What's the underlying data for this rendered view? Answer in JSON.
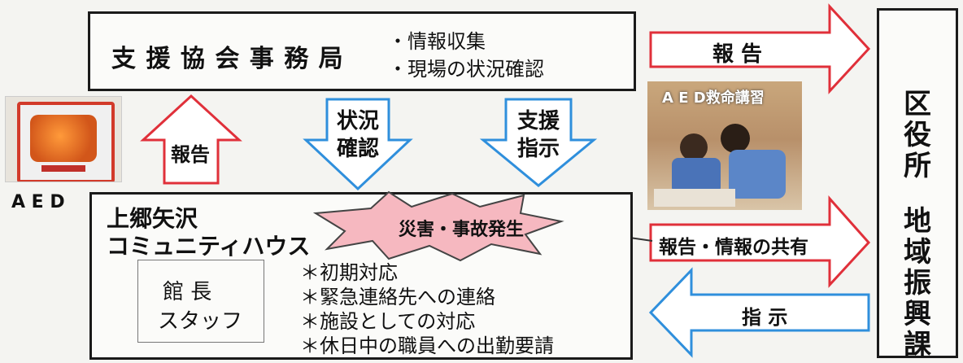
{
  "top_box": {
    "title": "支 援 協 会 事 務 局",
    "bullets": [
      "・情報収集",
      "・現場の状況確認"
    ]
  },
  "city_office": {
    "line1": "区",
    "line2": "役",
    "line3": "所",
    "line4": "地",
    "line5": "域",
    "line6": "振",
    "line7": "興",
    "line8": "課"
  },
  "arrows": {
    "report_top": "報 告",
    "report_up": "報告",
    "status_check_1": "状況",
    "status_check_2": "確認",
    "support_instr_1": "支援",
    "support_instr_2": "指示",
    "report_share": "報告・情報の共有",
    "instruction": "指 示"
  },
  "aed_photo": {
    "caption": "A E D"
  },
  "training_photo": {
    "caption": "A E D救命講習"
  },
  "bottom_box": {
    "title_line1": "上郷矢沢",
    "title_line2": "コミュニティハウス",
    "staff_line1": "館  長",
    "staff_line2": "スタッフ",
    "actions": [
      "＊初期対応",
      "＊緊急連絡先への連絡",
      "＊施設としての対応",
      "＊休日中の職員への出勤要請"
    ]
  },
  "burst": {
    "label": "災害・事故発生"
  },
  "colors": {
    "red_arrow": "#e0303a",
    "blue_arrow": "#2f8fdc",
    "burst_fill": "#f6b8c0"
  }
}
